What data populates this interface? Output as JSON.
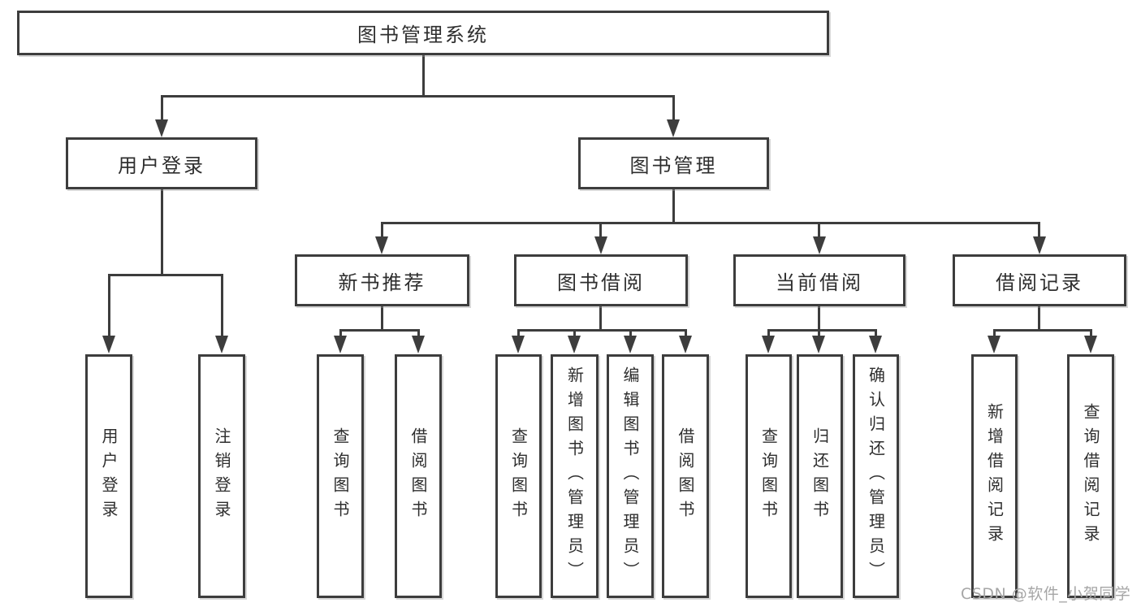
{
  "diagram": {
    "watermark": "CSDN @软件_小贺同学",
    "nodes": {
      "root": "图书管理系统",
      "user_login": "用户登录",
      "book_mgmt": "图书管理",
      "new_book": "新书推荐",
      "book_borrow": "图书借阅",
      "current_borrow": "当前借阅",
      "borrow_records": "借阅记录",
      "user_login_children": {
        "login": "用户登录",
        "logout": "注销登录"
      },
      "new_book_children": {
        "query": "查询图书",
        "borrow": "借阅图书"
      },
      "book_borrow_children": {
        "query": "查询图书",
        "add": "新增图书（管理员）",
        "edit": "编辑图书（管理员）",
        "borrow": "借阅图书"
      },
      "current_borrow_children": {
        "query": "查询图书",
        "return": "归还图书",
        "confirm": "确认归还（管理员）"
      },
      "borrow_records_children": {
        "add": "新增借阅记录",
        "query": "查询借阅记录"
      }
    }
  }
}
